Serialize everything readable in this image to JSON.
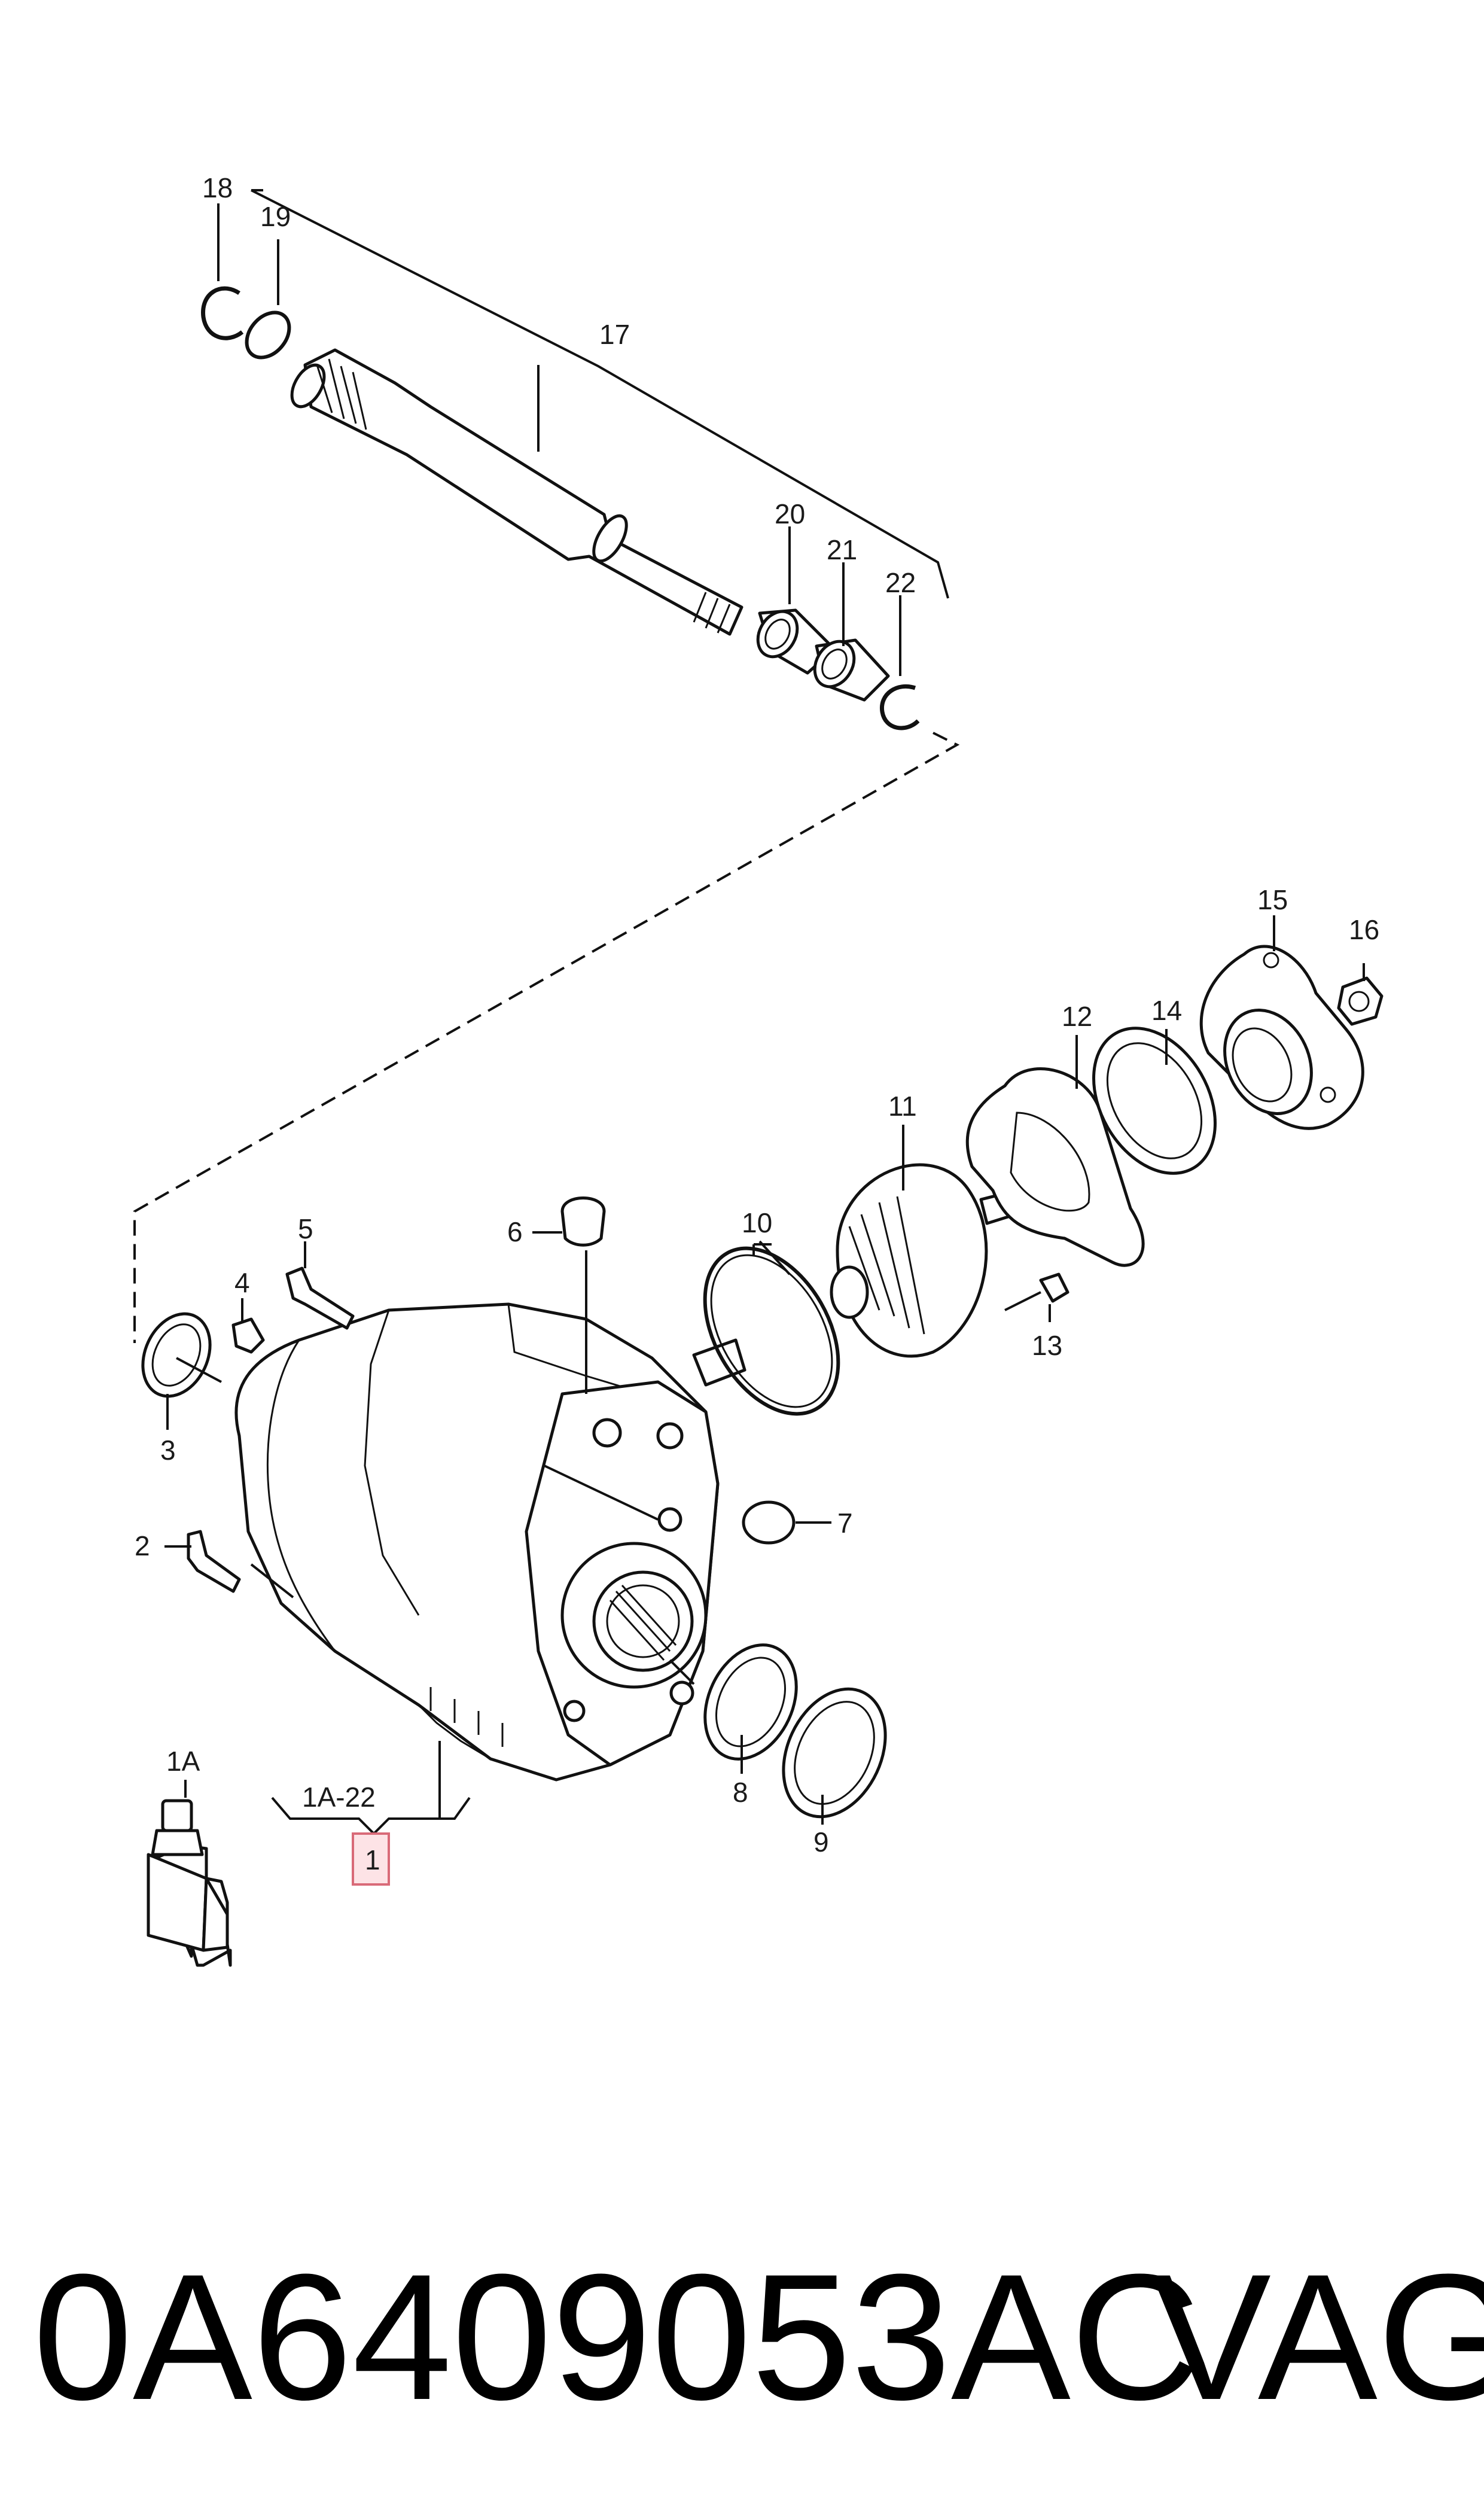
{
  "labels": {
    "l1": "1",
    "l1a": "1A",
    "l1a22": "1A-22",
    "l2": "2",
    "l3": "3",
    "l4": "4",
    "l5": "5",
    "l6": "6",
    "l7": "7",
    "l8": "8",
    "l9": "9",
    "l10": "10",
    "l11": "11",
    "l12": "12",
    "l13": "13",
    "l14": "14",
    "l15": "15",
    "l16": "16",
    "l17": "17",
    "l18": "18",
    "l19": "19",
    "l20": "20",
    "l21": "21",
    "l22": "22"
  },
  "footer": {
    "part_number": "0A6409053AC",
    "brand": "VAG"
  },
  "colors": {
    "line": "#111111",
    "highlight_fill": "#fde3e6",
    "highlight_stroke": "#d96a78"
  }
}
